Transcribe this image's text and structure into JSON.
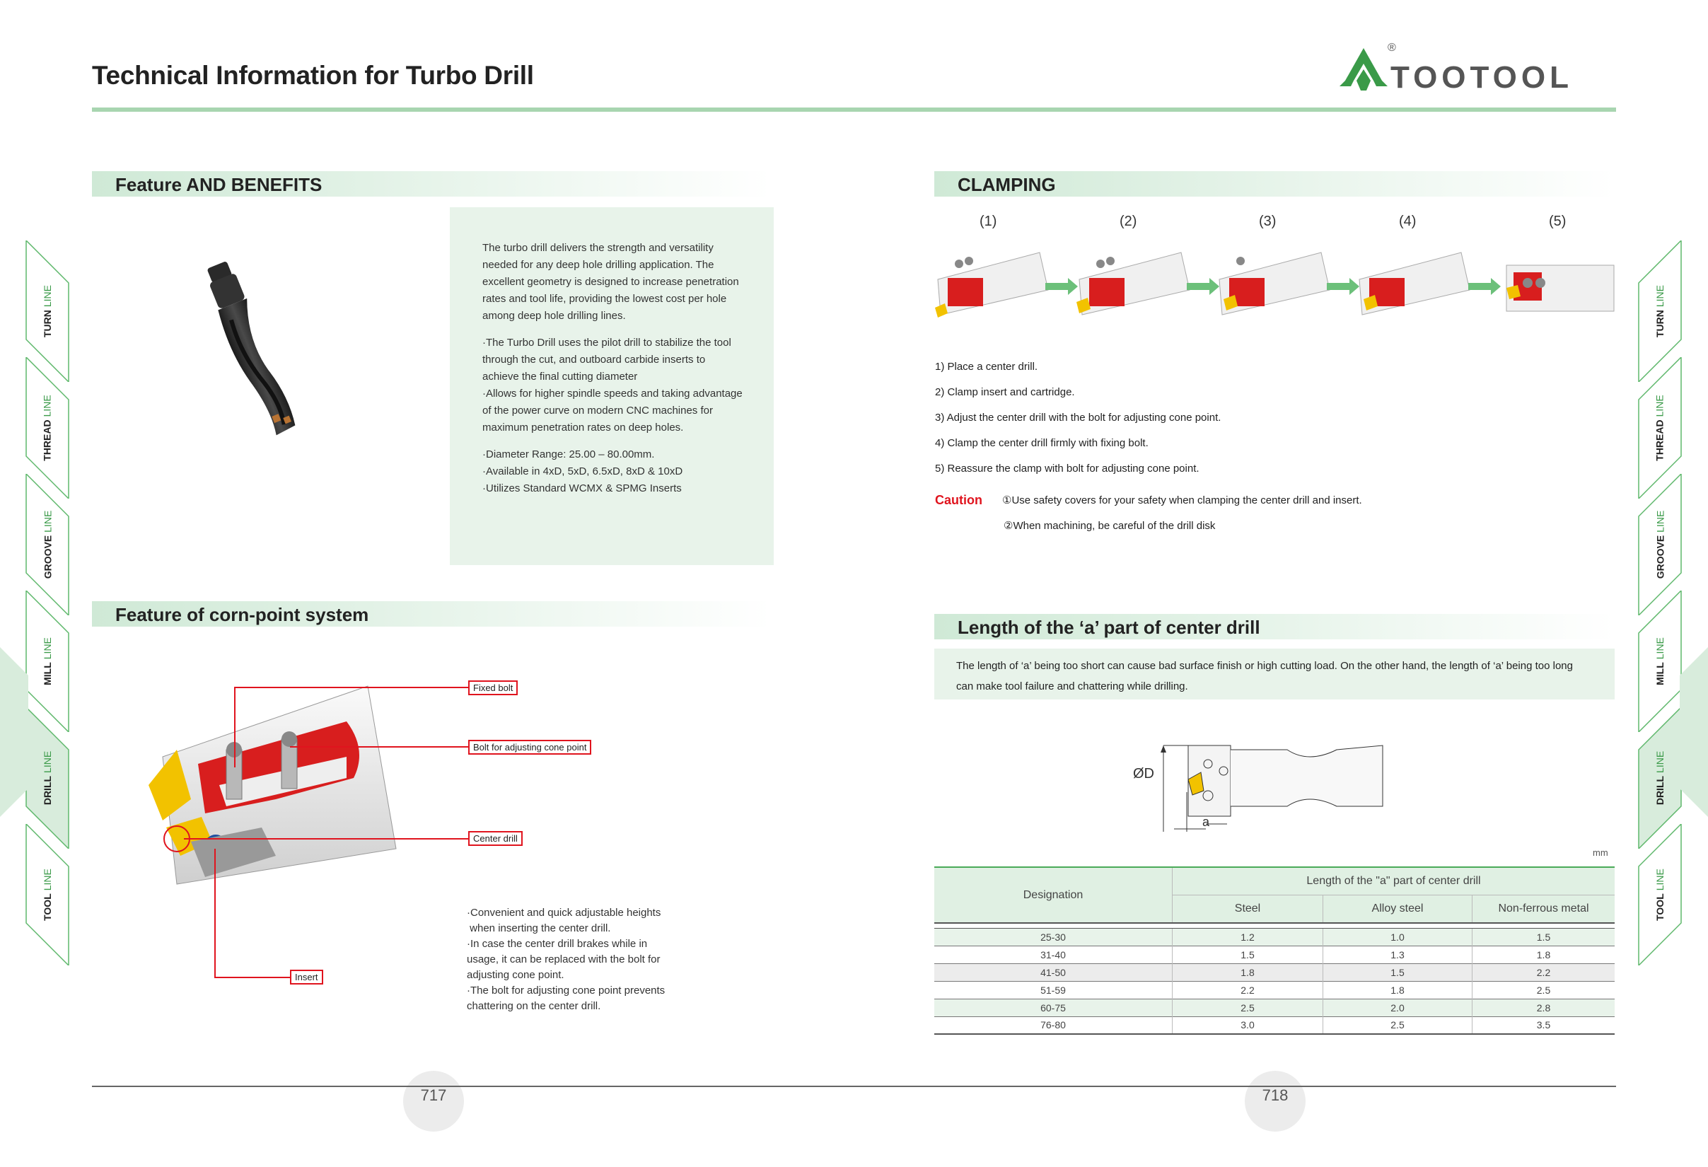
{
  "header": {
    "title": "Technical Information for Turbo Drill",
    "brand": "TOOTOOL",
    "registered_mark": "®"
  },
  "side_tabs": [
    {
      "word": "TURN",
      "line": "LINE"
    },
    {
      "word": "THREAD",
      "line": "LINE"
    },
    {
      "word": "GROOVE",
      "line": "LINE"
    },
    {
      "word": "MILL",
      "line": "LINE"
    },
    {
      "word": "DRILL",
      "line": "LINE"
    },
    {
      "word": "TOOL",
      "line": "LINE"
    }
  ],
  "active_tab": "DRILL",
  "features": {
    "heading": "Feature AND BENEFITS",
    "para1": "The turbo drill delivers the strength and versatility needed for any deep hole drilling application. The excellent geometry is designed to increase penetration rates and tool life, providing the lowest cost per hole among deep hole drilling lines.",
    "bullets1": [
      "·The Turbo Drill uses the pilot drill to stabilize the tool through the cut, and outboard carbide inserts to achieve the final cutting diameter",
      "·Allows for higher spindle speeds and taking advantage of the power curve on modern CNC machines for maximum penetration rates on deep holes."
    ],
    "bullets2": [
      "·Diameter Range: 25.00 – 80.00mm.",
      "·Available in 4xD, 5xD, 6.5xD, 8xD & 10xD",
      "·Utilizes Standard WCMX & SPMG Inserts"
    ]
  },
  "cornpoint": {
    "heading": "Feature of corn-point system",
    "callouts": {
      "fixed_bolt": "Fixed bolt",
      "adjust_bolt": "Bolt for adjusting cone point",
      "center_drill": "Center drill",
      "insert": "Insert"
    },
    "notes": [
      "·Convenient and quick adjustable heights",
      " when inserting the center drill.",
      "·In case the center drill brakes while in",
      "usage, it can be replaced with the bolt for",
      "adjusting cone point.",
      "·The bolt for adjusting cone point prevents",
      "chattering on the center drill."
    ]
  },
  "clamping": {
    "heading": "CLAMPING",
    "step_numbers": [
      "(1)",
      "(2)",
      "(3)",
      "(4)",
      "(5)"
    ],
    "steps": [
      "1) Place a center drill.",
      "2) Clamp insert and cartridge.",
      "3) Adjust the center drill with the bolt for adjusting cone point.",
      "4) Clamp the center drill firmly with fixing bolt.",
      "5) Reassure the clamp with bolt for adjusting cone point."
    ],
    "caution_label": "Caution",
    "caution_1": "①Use safety covers for your safety when clamping the center drill and insert.",
    "caution_2": "②When machining, be careful of the drill disk"
  },
  "length": {
    "heading": "Length of the ‘a’ part of center drill",
    "text": "The length of ‘a’ being too short can cause bad surface finish or high cutting load. On the other hand, the length of ‘a’ being too long can make tool failure and chattering while drilling.",
    "diagram_d_label": "ØD",
    "diagram_a_label": "a",
    "unit": "mm",
    "table": {
      "col_designation": "Designation",
      "group_header": "Length of the \"a\" part of center drill",
      "sub_headers": [
        "Steel",
        "Alloy steel",
        "Non-ferrous metal"
      ],
      "rows": [
        {
          "designation": "25-30",
          "steel": "1.2",
          "alloy": "1.0",
          "nonferrous": "1.5"
        },
        {
          "designation": "31-40",
          "steel": "1.5",
          "alloy": "1.3",
          "nonferrous": "1.8"
        },
        {
          "designation": "41-50",
          "steel": "1.8",
          "alloy": "1.5",
          "nonferrous": "2.2"
        },
        {
          "designation": "51-59",
          "steel": "2.2",
          "alloy": "1.8",
          "nonferrous": "2.5"
        },
        {
          "designation": "60-75",
          "steel": "2.5",
          "alloy": "2.0",
          "nonferrous": "2.8"
        },
        {
          "designation": "76-80",
          "steel": "3.0",
          "alloy": "2.5",
          "nonferrous": "3.5"
        }
      ]
    }
  },
  "footer": {
    "page_left": "717",
    "page_right": "718"
  },
  "colors": {
    "accent_green": "#3a9a48",
    "light_green": "#e8f3ea",
    "header_rule": "#a8d5b0",
    "callout_red": "#e0141e",
    "insert_yellow": "#f2c200"
  }
}
